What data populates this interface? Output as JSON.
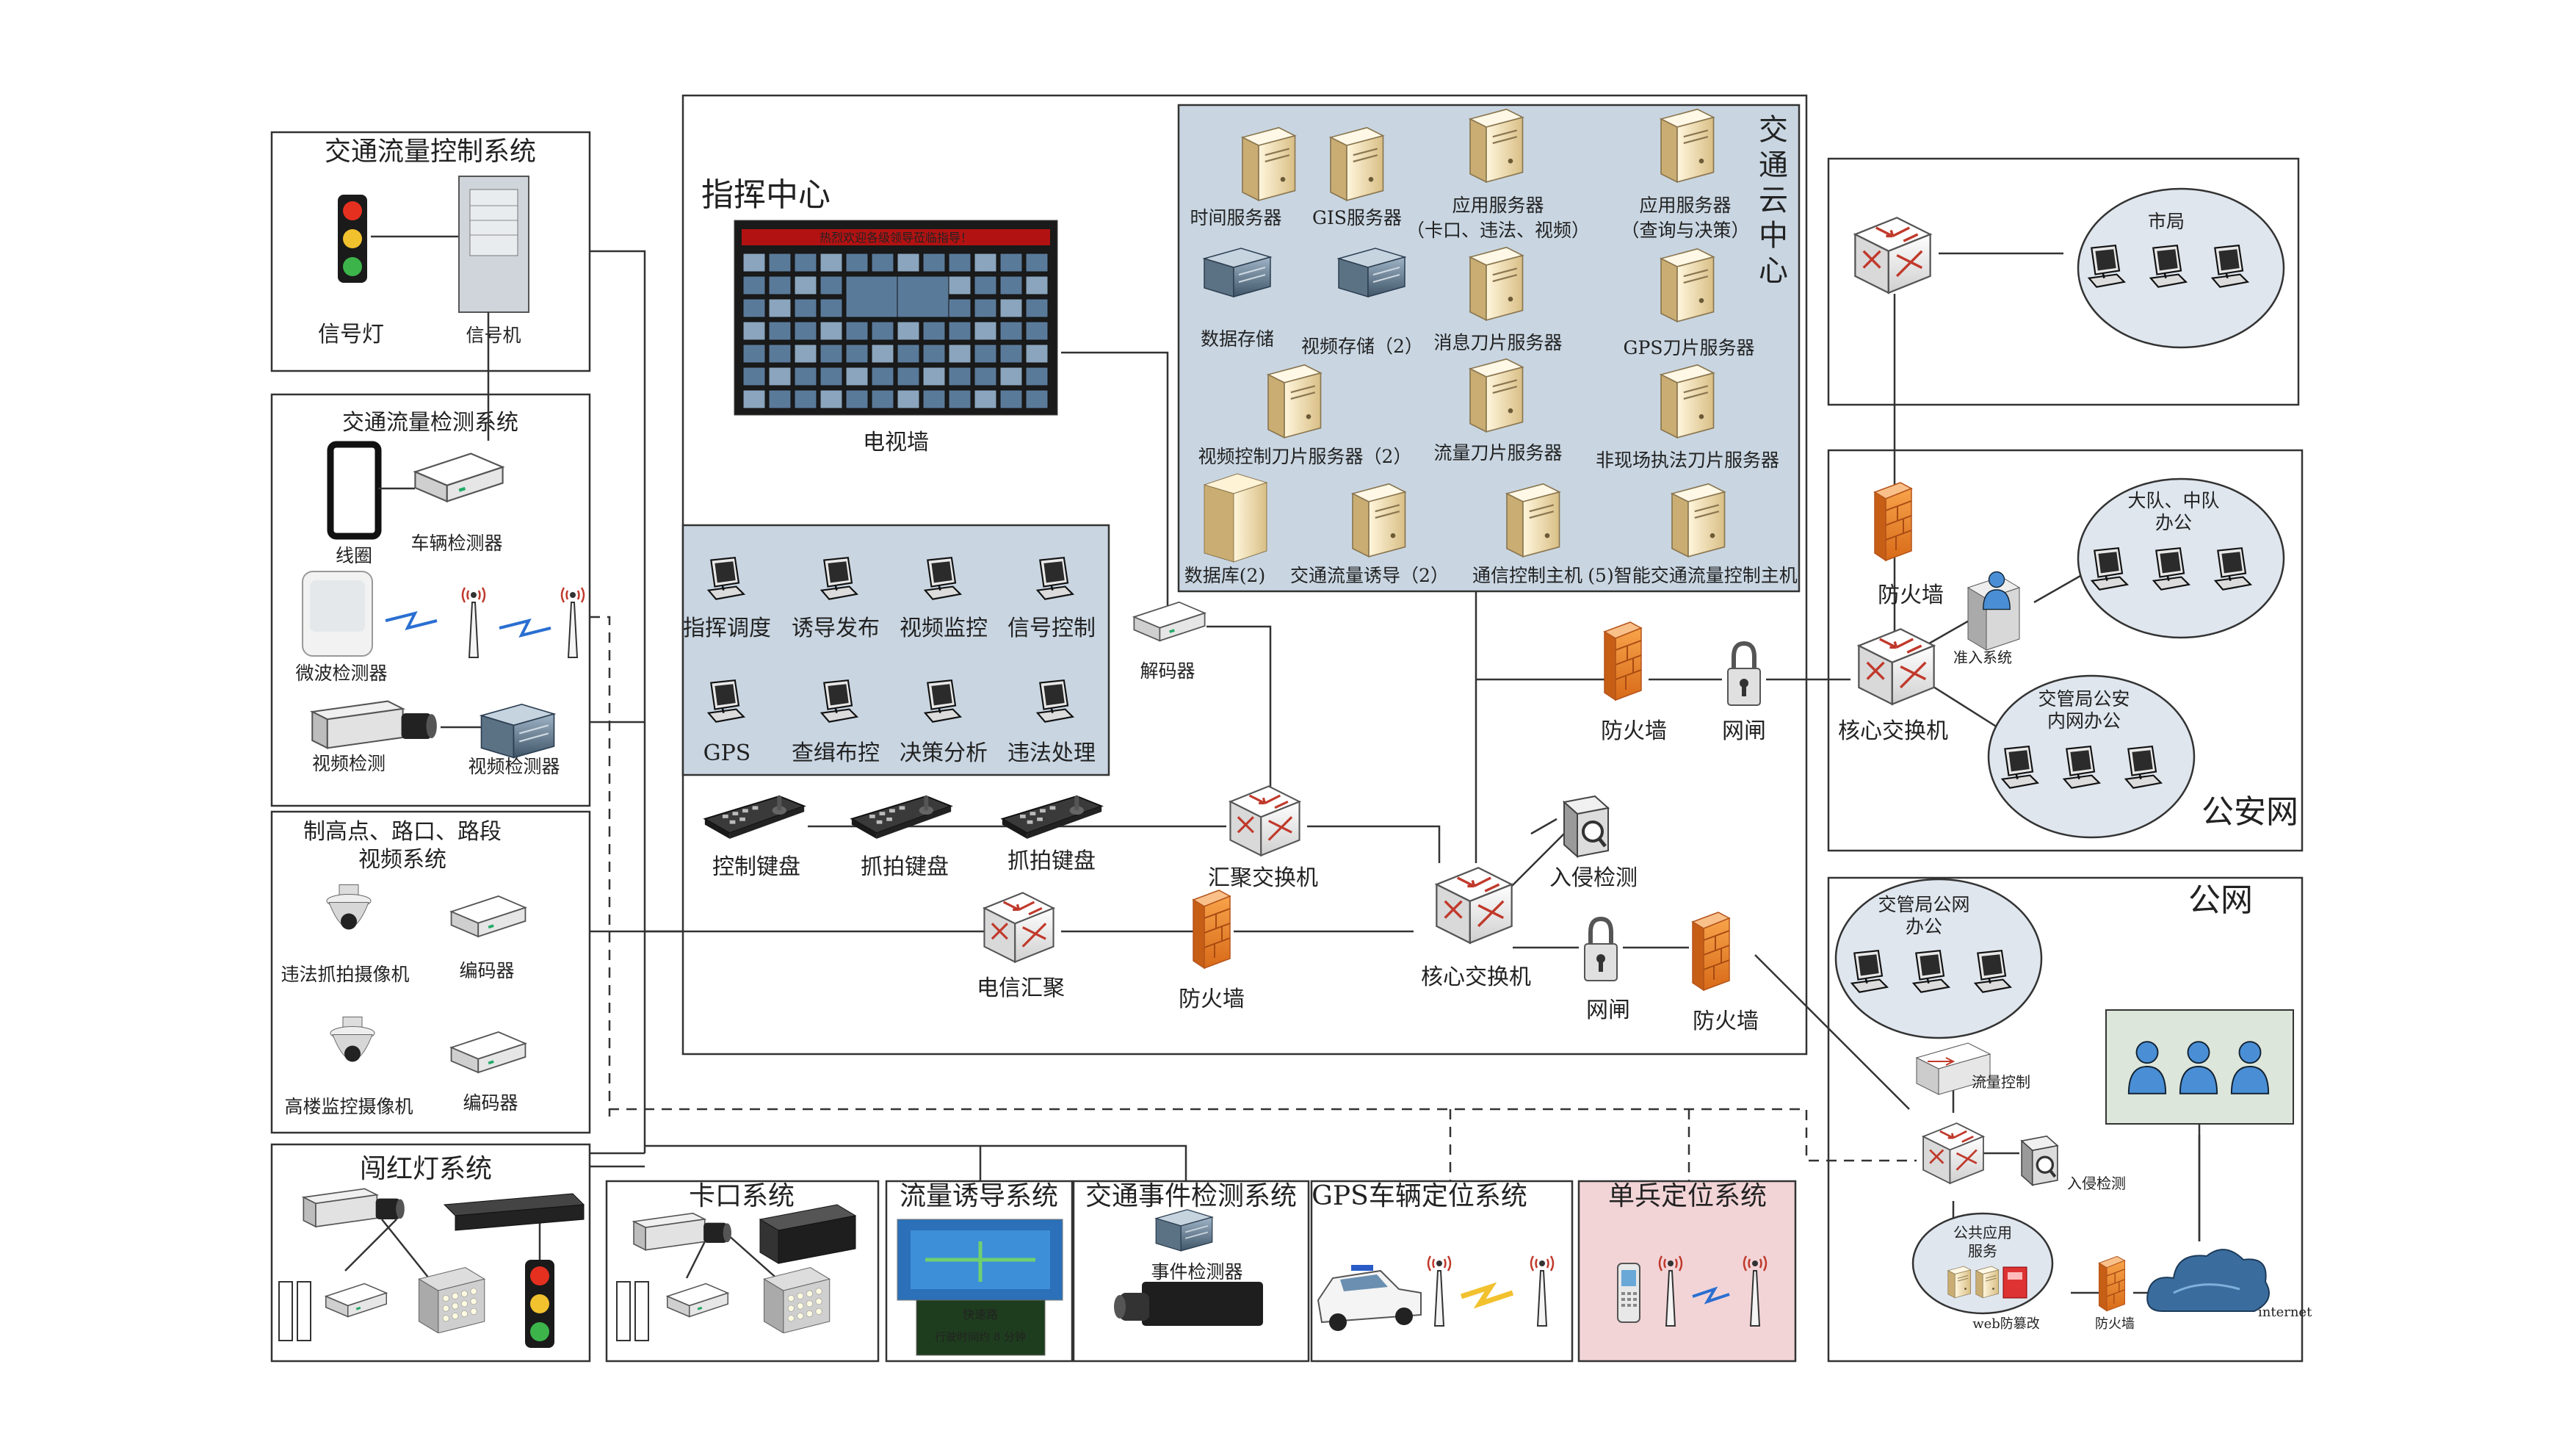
{
  "colors": {
    "cloud_bg": "#c9d6e2",
    "pink_bg": "#f2d4d7",
    "firewall": "#f08a2c",
    "server": "#f3dfae",
    "cloud_icon": "#3a6d9e"
  },
  "titles": {
    "command_center": "指挥中心",
    "cloud_center": "交通云中心",
    "flow_control": "交通流量控制系统",
    "flow_detect": "交通流量检测系统",
    "video_sys_line1": "制高点、路口、路段",
    "video_sys_line2": "视频系统",
    "red_light": "闯红灯系统",
    "checkpoint": "卡口系统",
    "guidance": "流量诱导系统",
    "event_detect": "交通事件检测系统",
    "gps_system": "GPS车辆定位系统",
    "soldier_system": "单兵定位系统",
    "police_net": "公安网",
    "public_net": "公网"
  },
  "labels": {
    "signal_light": "信号灯",
    "signal_machine": "信号机",
    "coil": "线圈",
    "vehicle_detector": "车辆检测器",
    "microwave_detector": "微波检测器",
    "video_detect": "视频检测",
    "video_detector": "视频检测器",
    "violation_camera": "违法抓拍摄像机",
    "encoder1": "编码器",
    "highrise_camera": "高楼监控摄像机",
    "encoder2": "编码器",
    "tv_wall": "电视墙",
    "decoder": "解码器",
    "control_keyboard": "控制键盘",
    "capture_keyboard1": "抓拍键盘",
    "capture_keyboard2": "抓拍键盘",
    "aggregation_switch": "汇聚交换机",
    "telecom_aggregation": "电信汇聚",
    "firewall_cmd": "防火墙",
    "core_switch_cmd": "核心交换机",
    "intrusion_detect": "入侵检测",
    "gateway_bottom": "网闸",
    "firewall_bottom": "防火墙",
    "firewall_mid": "防火墙",
    "gateway_mid": "网闸",
    "firewall_police": "防火墙",
    "core_switch_police": "核心交换机",
    "access_system": "准入系统",
    "event_detector": "事件检测器",
    "traffic_control": "流量控制",
    "intrusion_detect_pub": "入侵检测",
    "public_app_line1": "公共应用",
    "public_app_line2": "服务",
    "web_tamper": "web防篡改",
    "firewall_pub": "防火墙",
    "internet": "internet",
    "city_bureau": "市局",
    "brigade_line1": "大队、中队",
    "brigade_line2": "办公",
    "police_intranet_line1": "交管局公安",
    "police_intranet_line2": "内网办公",
    "public_office_line1": "交管局公网",
    "public_office_line2": "办公",
    "banner_text": "热烈欢迎各级领导莅临指导！",
    "sign_title": "快速路",
    "sign_line": "行驶时间约 8 分钟"
  },
  "command_terminals": [
    {
      "label": "指挥调度"
    },
    {
      "label": "诱导发布"
    },
    {
      "label": "视频监控"
    },
    {
      "label": "信号控制"
    },
    {
      "label": "GPS"
    },
    {
      "label": "查缉布控"
    },
    {
      "label": "决策分析"
    },
    {
      "label": "违法处理"
    }
  ],
  "cloud_servers": [
    {
      "label": "时间服务器"
    },
    {
      "label": "GIS服务器"
    },
    {
      "label": "应用服务器",
      "sub": "（卡口、违法、视频）"
    },
    {
      "label": "应用服务器",
      "sub": "（查询与决策）"
    },
    {
      "label": "数据存储"
    },
    {
      "label": "视频存储（2）"
    },
    {
      "label": "消息刀片服务器"
    },
    {
      "label": "GPS刀片服务器"
    },
    {
      "label": "视频控制刀片服务器（2）"
    },
    {
      "label": "流量刀片服务器"
    },
    {
      "label": "非现场执法刀片服务器"
    },
    {
      "label": "数据库(2)"
    },
    {
      "label": "交通流量诱导（2）"
    },
    {
      "label": "通信控制主机"
    },
    {
      "label": "(5)智能交通流量控制主机"
    }
  ]
}
